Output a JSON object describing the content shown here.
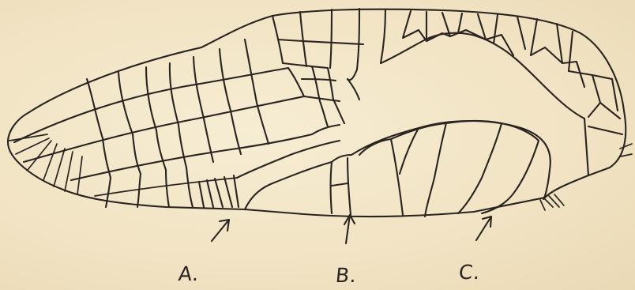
{
  "labels": {
    "a": "A.",
    "b": "B.",
    "c": "C."
  },
  "colors": {
    "paper": "#f3e7c9",
    "ink": "#2a2420"
  }
}
